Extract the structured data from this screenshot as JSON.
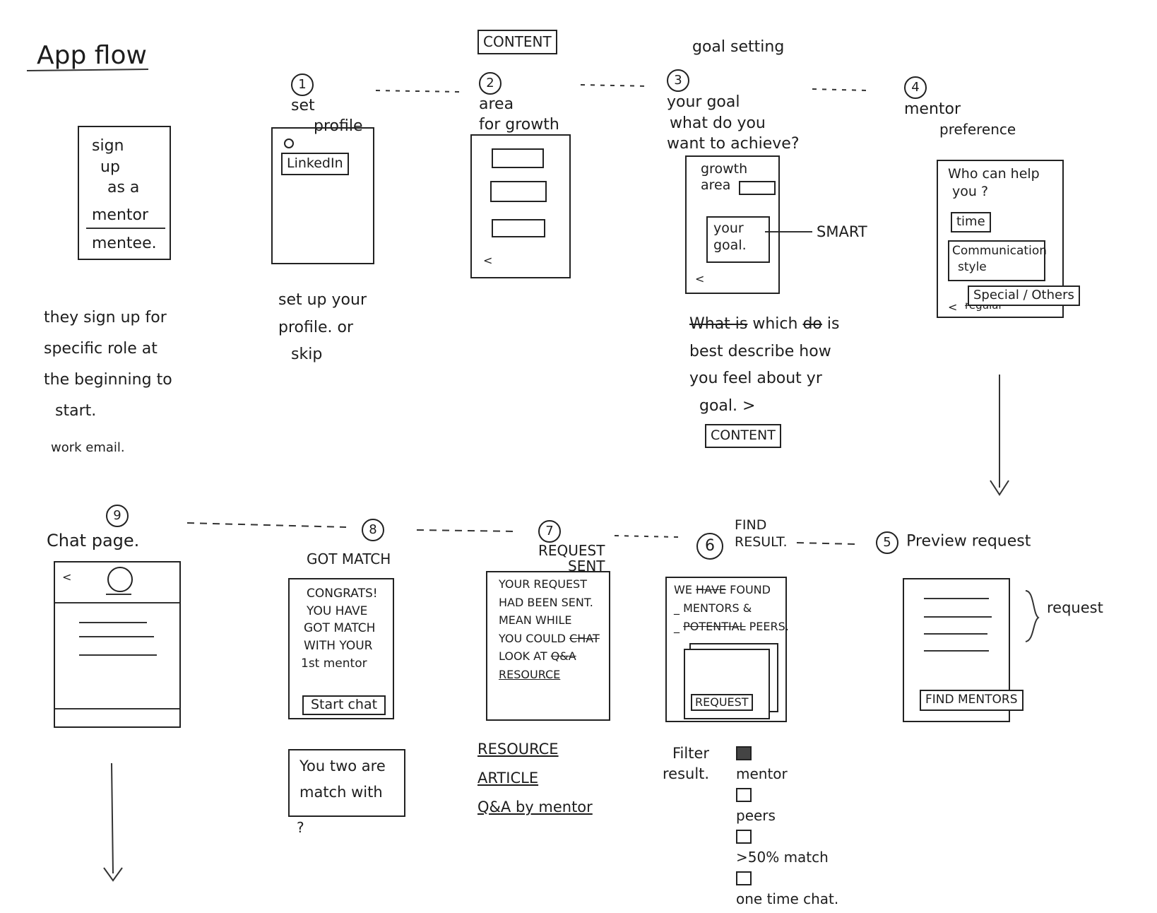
{
  "title": "App flow",
  "content_tag": "CONTENT",
  "goal_setting_label": "goal setting",
  "signup": {
    "lines": [
      "sign",
      "up",
      "as a"
    ],
    "option_mentor": "mentor",
    "option_mentee": "mentee.",
    "note_lines": [
      "they sign up for",
      "specific role at",
      "the beginning to",
      "start."
    ],
    "note_extra": "work email."
  },
  "step1": {
    "num": "1",
    "title_lines": [
      "set",
      "profile"
    ],
    "linkedin": "LinkedIn",
    "note_lines": [
      "set up your",
      "profile. or",
      "skip"
    ]
  },
  "step2": {
    "num": "2",
    "title_lines": [
      "area",
      "for growth"
    ],
    "back": "<"
  },
  "step3": {
    "num": "3",
    "title_lines": [
      "your goal",
      "what do you",
      "want to achieve?"
    ],
    "growth_area": [
      "growth",
      "area"
    ],
    "your_goal": [
      "your",
      "goal."
    ],
    "smart": "SMART",
    "back": "<",
    "note_strike1": "What is",
    "note_which": "which",
    "note_strike2": "do",
    "note_is": "is",
    "note_lines": [
      "best describe how",
      "you feel about yr",
      "goal. >"
    ],
    "content_box": "CONTENT"
  },
  "step4": {
    "num": "4",
    "title_lines": [
      "mentor",
      "preference"
    ],
    "question": [
      "Who can help",
      "you ?"
    ],
    "time": "time",
    "comm": [
      "Communication",
      "style"
    ],
    "special": "Special / Others",
    "back": "<",
    "strike": "regular"
  },
  "step5": {
    "num": "5",
    "title": "Preview request",
    "request_label": "request",
    "button": "FIND MENTORS"
  },
  "step6": {
    "num": "6",
    "title_lines": [
      "FIND",
      "RESULT."
    ],
    "we": "WE",
    "we_strike": "HAVE",
    "found": "FOUND",
    "mentors": "_ MENTORS &",
    "potential_strike": "POTENTIAL",
    "peers": "PEERS.",
    "button": "REQUEST",
    "filter_lines": [
      "Filter",
      "result."
    ],
    "filters": [
      {
        "label": "mentor",
        "checked": true
      },
      {
        "label": "peers",
        "checked": false
      },
      {
        "label": ">50% match",
        "checked": false
      },
      {
        "label": "one time chat.",
        "checked": false
      }
    ]
  },
  "step7": {
    "num": "7",
    "title_lines": [
      "REQUEST",
      "SENT"
    ],
    "body_lines": [
      "YOUR REQUEST",
      "HAD BEEN SENT.",
      "MEAN WHILE",
      "YOU COULD"
    ],
    "strike1": "CHAT",
    "look_at": "LOOK AT",
    "strike2": "Q&A",
    "resource_link": "RESOURCE",
    "links": [
      "RESOURCE",
      "ARTICLE",
      "Q&A by mentor"
    ]
  },
  "step8": {
    "num": "8",
    "title": "GOT MATCH",
    "body_lines": [
      "CONGRATS!",
      "YOU HAVE",
      "GOT MATCH",
      "WITH YOUR",
      "1st mentor"
    ],
    "button": "Start chat",
    "note_lines": [
      "You two are",
      "match with"
    ],
    "note_q": "?"
  },
  "step9": {
    "num": "9",
    "title": "Chat page.",
    "back": "<"
  }
}
